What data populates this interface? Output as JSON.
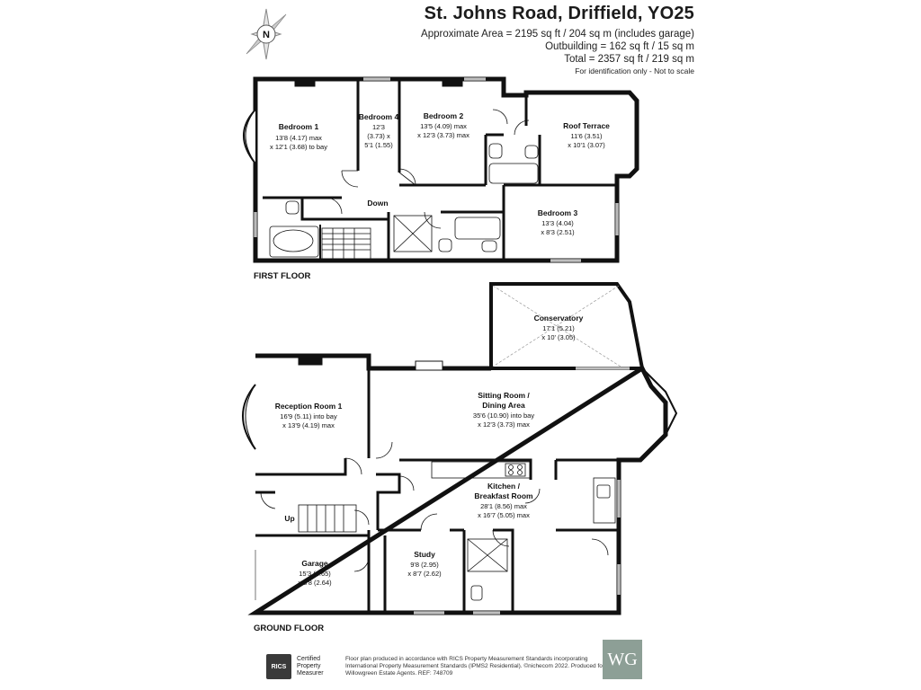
{
  "header": {
    "title": "St. Johns Road, Driffield, YO25",
    "approx_area": "Approximate Area = 2195 sq ft / 204 sq m (includes garage)",
    "outbuilding": "Outbuilding = 162 sq ft / 15 sq m",
    "total": "Total = 2357 sq ft / 219 sq m",
    "disclaimer": "For identification only - Not to scale"
  },
  "compass": {
    "letter": "N"
  },
  "floors": {
    "first": "FIRST FLOOR",
    "ground": "GROUND FLOOR"
  },
  "rooms": {
    "bedroom1": {
      "name": "Bedroom 1",
      "dim1": "13'8 (4.17) max",
      "dim2": "x 12'1 (3.68) to bay"
    },
    "bedroom4": {
      "name": "Bedroom 4",
      "dim1": "12'3",
      "dim2": "(3.73) x",
      "dim3": "5'1 (1.55)"
    },
    "bedroom2": {
      "name": "Bedroom 2",
      "dim1": "13'5 (4.09) max",
      "dim2": "x 12'3 (3.73) max"
    },
    "roof_terrace": {
      "name": "Roof Terrace",
      "dim1": "11'6 (3.51)",
      "dim2": "x 10'1 (3.07)"
    },
    "bedroom3": {
      "name": "Bedroom 3",
      "dim1": "13'3 (4.04)",
      "dim2": "x 8'3 (2.51)"
    },
    "down": "Down",
    "conservatory": {
      "name": "Conservatory",
      "dim1": "17'1 (5.21)",
      "dim2": "x 10' (3.05)"
    },
    "reception1": {
      "name": "Reception Room 1",
      "dim1": "16'9 (5.11) into bay",
      "dim2": "x 13'9 (4.19) max"
    },
    "sitting": {
      "name1": "Sitting Room /",
      "name2": "Dining Area",
      "dim1": "35'6 (10.90) into bay",
      "dim2": "x 12'3 (3.73) max"
    },
    "kitchen": {
      "name1": "Kitchen /",
      "name2": "Breakfast Room",
      "dim1": "28'1 (8.56) max",
      "dim2": "x 16'7 (5.05) max"
    },
    "up": "Up",
    "garage": {
      "name": "Garage",
      "dim1": "15'3 (4.65)",
      "dim2": "x 8'8 (2.64)"
    },
    "study": {
      "name": "Study",
      "dim1": "9'8 (2.95)",
      "dim2": "x 8'7 (2.62)"
    }
  },
  "footer": {
    "rics": "RICS",
    "rics_line1": "Certified",
    "rics_line2": "Property",
    "rics_line3": "Measurer",
    "note": "Floor plan produced in accordance with RICS Property Measurement Standards incorporating International Property Measurement Standards (IPMS2 Residential). ©nichecom 2022. Produced for Willowgreen Estate Agents.  REF: 748709",
    "logo": "WG"
  }
}
